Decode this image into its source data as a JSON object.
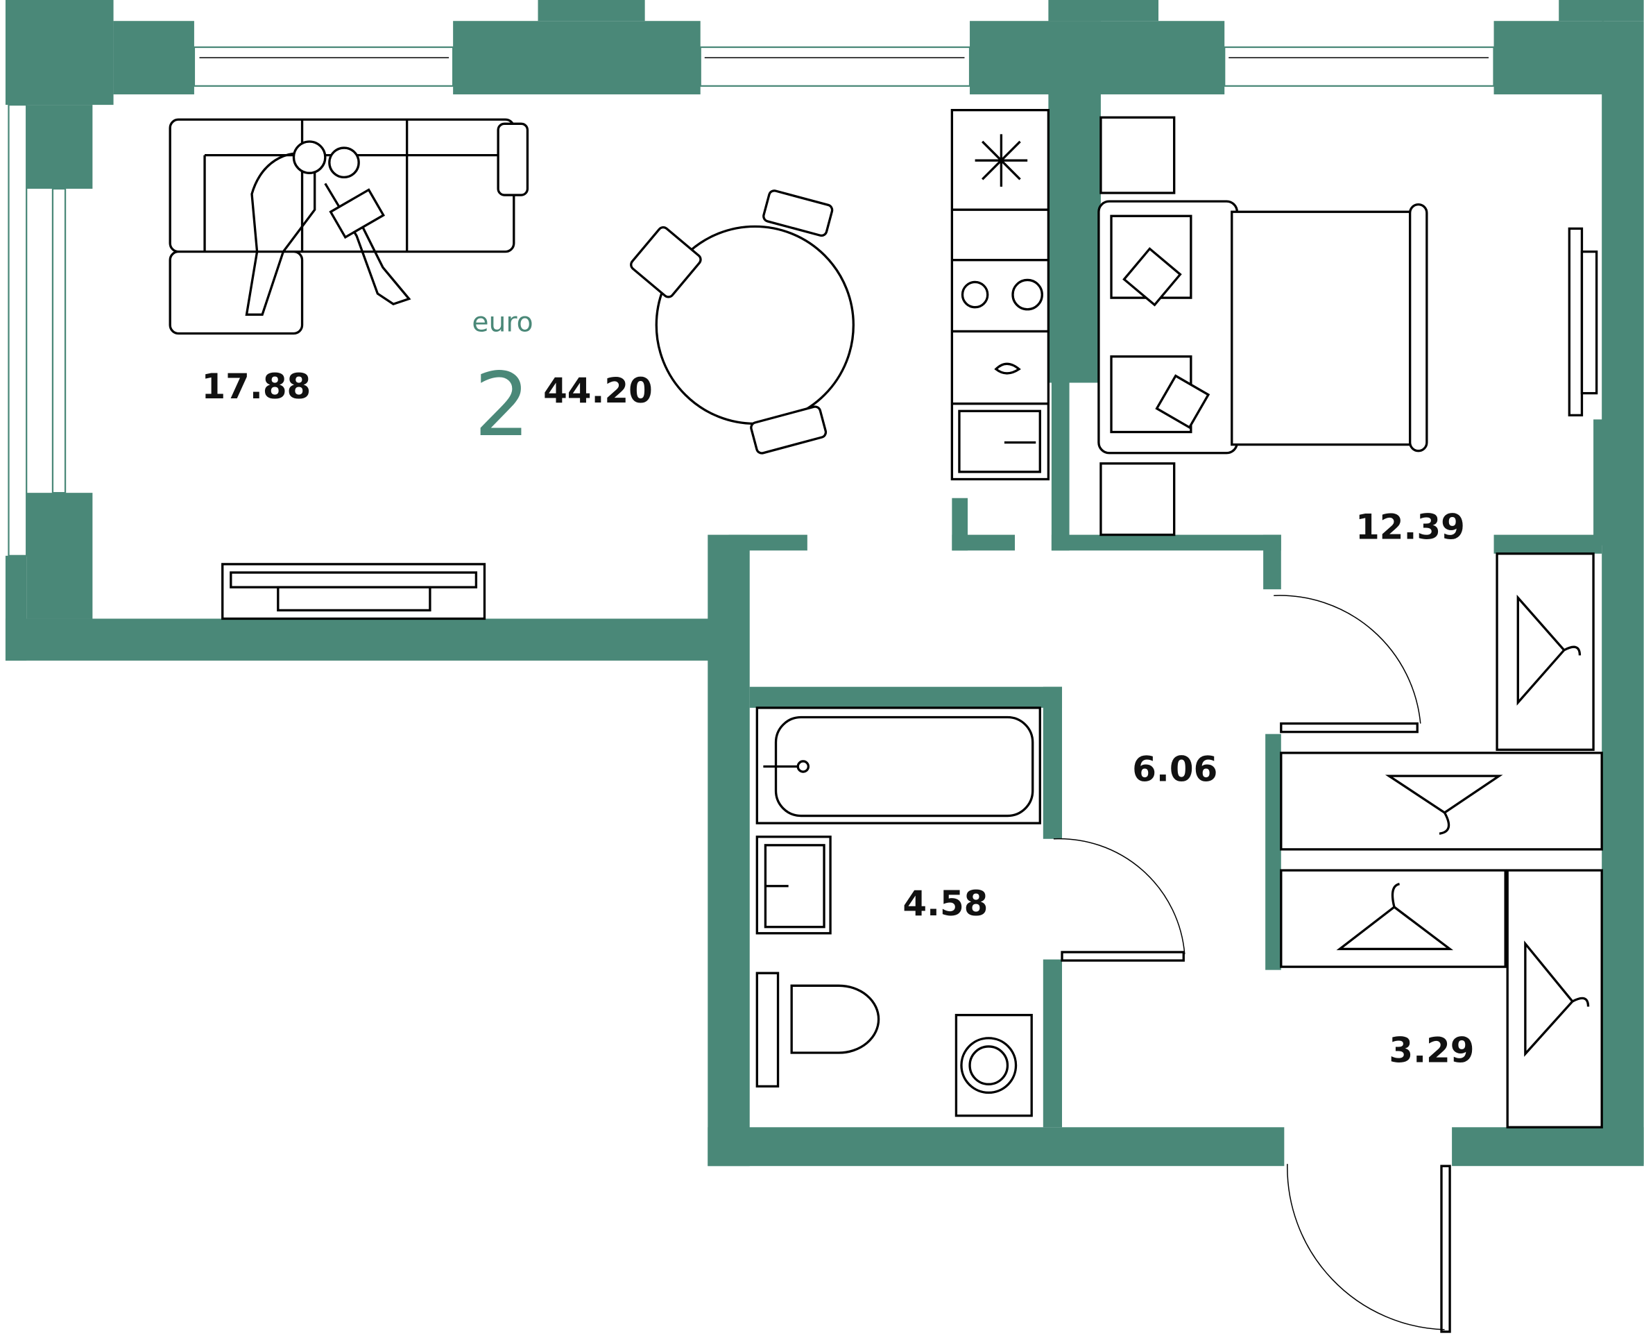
{
  "apartment": {
    "type_label": "euro",
    "rooms": "2",
    "total_area": "44.20"
  },
  "rooms": {
    "living_kitchen_area": "17.88",
    "bedroom_area": "12.39",
    "hallway_area": "6.06",
    "bathroom_area": "4.58",
    "wardrobe_area": "3.29"
  },
  "colors": {
    "wall": "#4a8878",
    "lines": "#000000"
  }
}
